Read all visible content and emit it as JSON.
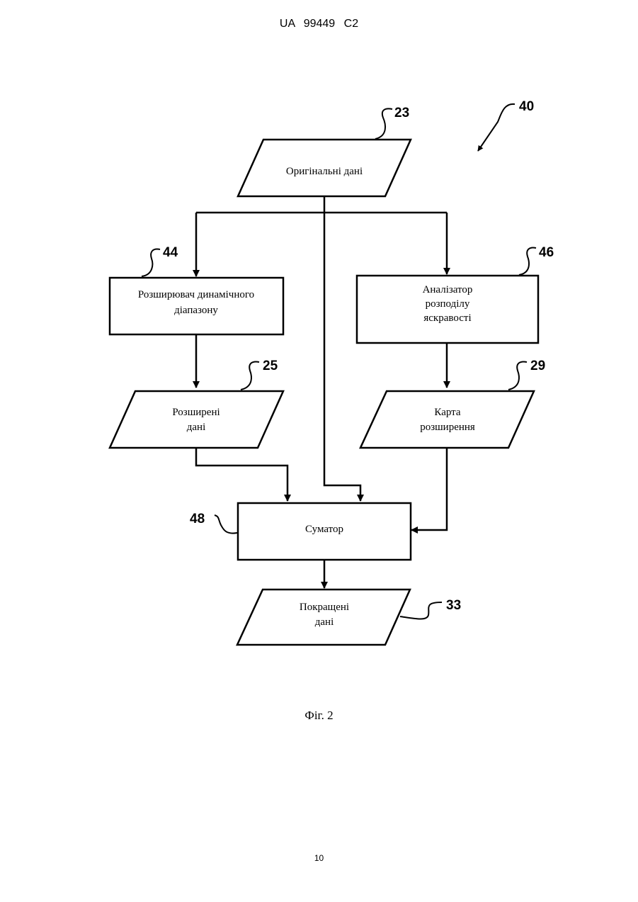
{
  "header": {
    "text": "UA   99449   C2"
  },
  "diagram": {
    "figure_ref": "40",
    "nodes": {
      "original_data": {
        "ref": "23",
        "lines": [
          "Оригінальні дані"
        ]
      },
      "range_expander": {
        "ref": "44",
        "lines": [
          "Розширювач динамічного",
          "діапазону"
        ]
      },
      "brightness_analyzer": {
        "ref": "46",
        "lines": [
          "Аналізатор",
          "розподілу",
          "яскравості"
        ]
      },
      "expanded_data": {
        "ref": "25",
        "lines": [
          "Розширені",
          "дані"
        ]
      },
      "expansion_map": {
        "ref": "29",
        "lines": [
          "Карта",
          "розширення"
        ]
      },
      "summator": {
        "ref": "48",
        "lines": [
          "Суматор"
        ]
      },
      "enhanced_data": {
        "ref": "33",
        "lines": [
          "Покращені",
          "дані"
        ]
      }
    }
  },
  "caption": {
    "text": "Фіг. 2"
  },
  "page_number": {
    "text": "10"
  }
}
